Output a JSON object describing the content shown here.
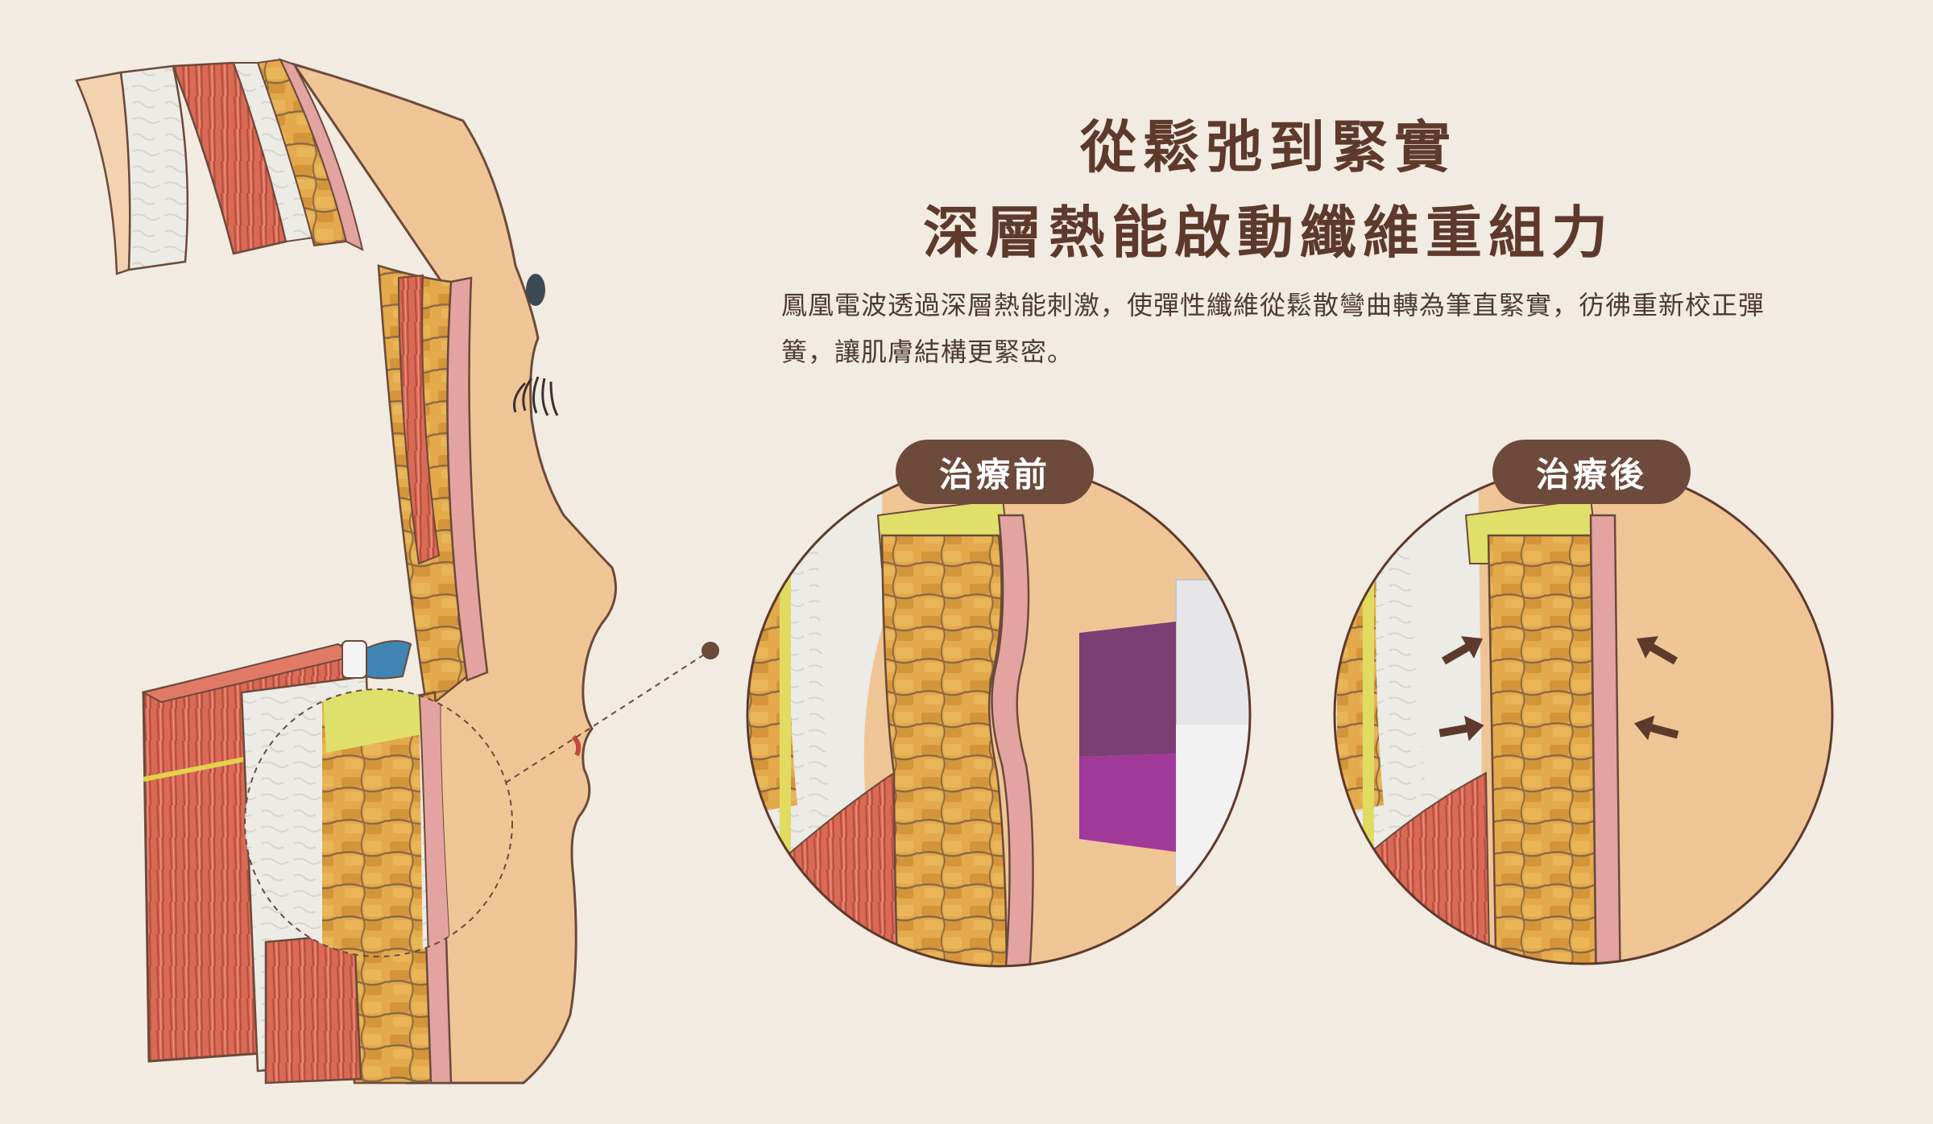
{
  "title": {
    "line1": "從鬆弛到緊實",
    "line2": "深層熱能啟動纖維重組力"
  },
  "description": "鳳凰電波透過深層熱能刺激，使彈性纖維從鬆散彎曲轉為筆直緊實，彷彿重新校正彈簧，讓肌膚結構更緊密。",
  "panels": {
    "before": {
      "label": "治療前"
    },
    "after": {
      "label": "治療後"
    }
  },
  "colors": {
    "background": "#f2ebe1",
    "title_brown": "#5e3a2c",
    "pill_brown": "#6d4a3c",
    "skin": "#f0c596",
    "dermis_pink": "#e3a3a0",
    "fat_yellow": "#e3a94a",
    "muscle_red": "#d86a56",
    "bone_white": "#ecebe6",
    "purple_dark": "#7b3f74",
    "purple_light": "#a0399a"
  },
  "icons": [
    "compress-arrow-icon",
    "pointer-dot-icon"
  ]
}
